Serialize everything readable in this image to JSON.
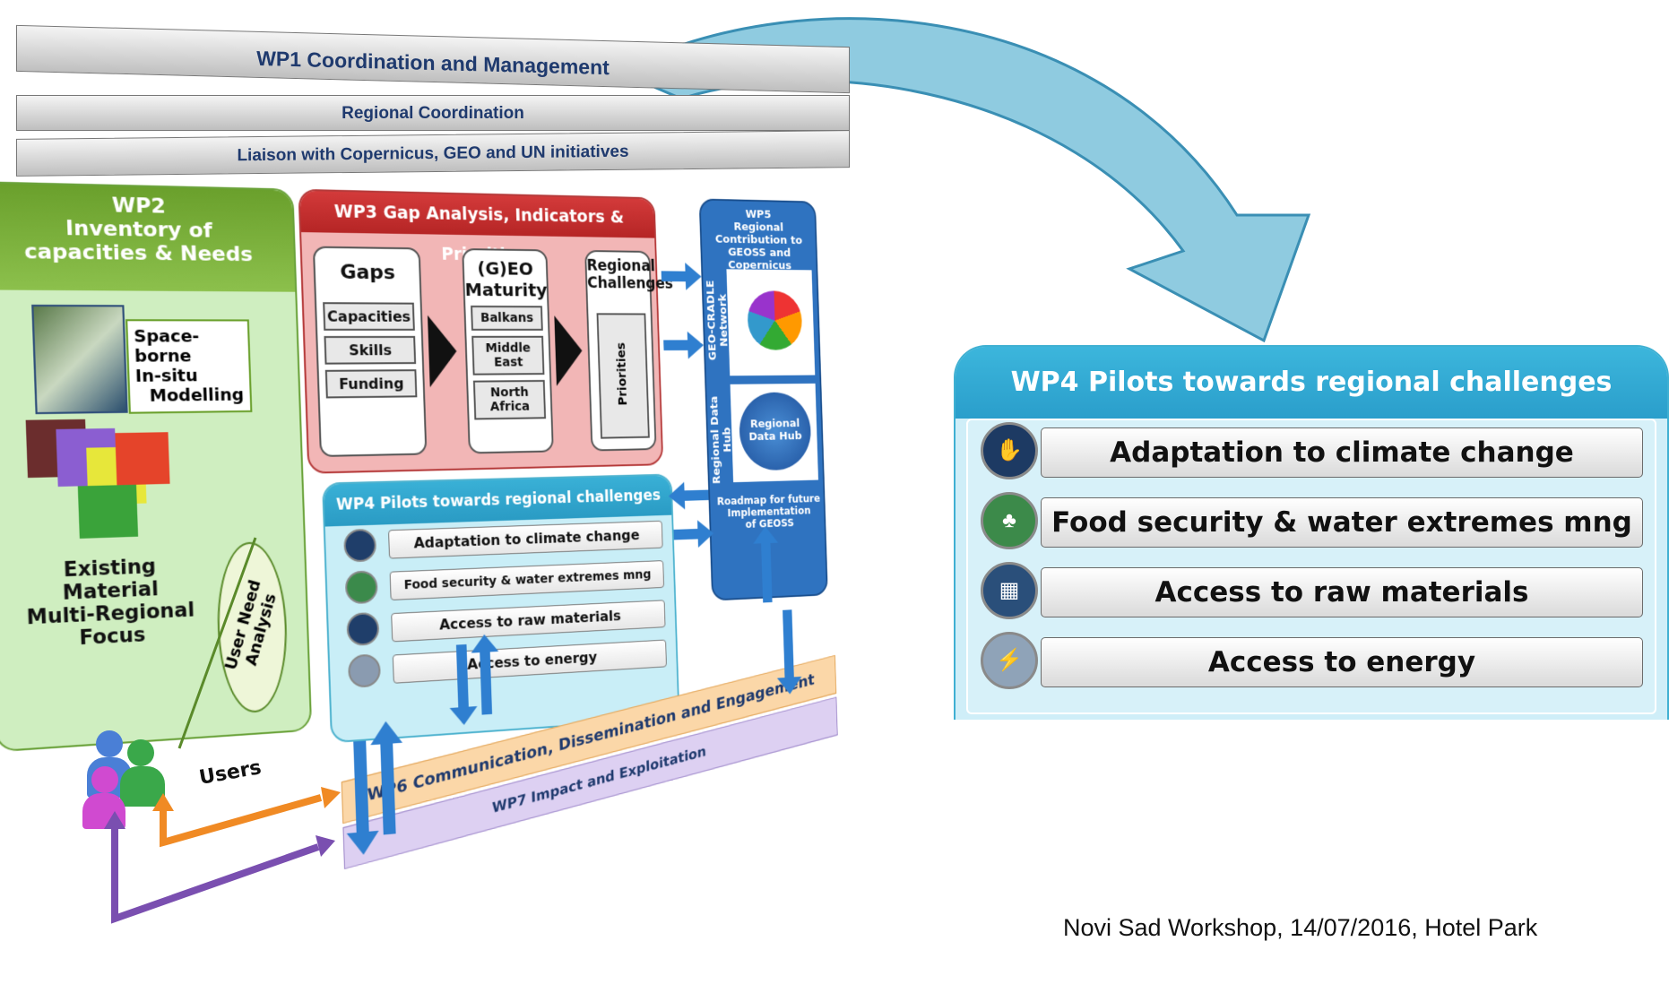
{
  "wp1": {
    "title": "WP1 Coordination and Management",
    "sub1": "Regional Coordination",
    "sub2": "Liaison with Copernicus, GEO and UN initiatives"
  },
  "wp2": {
    "title_line1": "WP2",
    "title_line2": "Inventory of",
    "title_line3": "capacities & Needs",
    "sources": [
      "Space-borne",
      "In-situ",
      "Modelling"
    ],
    "material_line1": "Existing Material",
    "material_line2": "Multi-Regional",
    "material_line3": "Focus",
    "user_need_line1": "User Need",
    "user_need_line2": "Analysis"
  },
  "wp3": {
    "title": "WP3 Gap Analysis, Indicators & Priorities",
    "gaps_title": "Gaps",
    "gaps_items": [
      "Capacities",
      "Skills",
      "Funding"
    ],
    "maturity_title_line1": "(G)EO",
    "maturity_title_line2": "Maturity",
    "maturity_items": [
      "Balkans",
      "Middle East",
      "North Africa"
    ],
    "challenges_title_line1": "Regional",
    "challenges_title_line2": "Challenges",
    "priorities": "Priorities"
  },
  "wp5": {
    "title_line1": "WP5",
    "title_line2": "Regional Contribution to",
    "title_line3": "GEOSS and Copernicus",
    "network_label": "GEO-CRADLE Network",
    "hub_side_label": "Regional Data Hub",
    "hub_circle_label": "Regional Data Hub",
    "roadmap_line1": "Roadmap for future",
    "roadmap_line2": "Implementation",
    "roadmap_line3": "of GEOSS"
  },
  "wp4_small": {
    "title": "WP4 Pilots towards regional challenges",
    "items": [
      "Adaptation to climate change",
      "Food security & water extremes mng",
      "Access to raw materials",
      "Access to energy"
    ]
  },
  "wp6": {
    "title": "WP6 Communication, Dissemination and Engagement"
  },
  "wp7": {
    "title": "WP7 Impact and Exploitation"
  },
  "users": {
    "label": "Users"
  },
  "wp4_zoom": {
    "title": "WP4 Pilots towards regional challenges",
    "items": [
      {
        "label": "Adaptation to climate change",
        "icon": "climate-hands-icon"
      },
      {
        "label": "Food security & water extremes mng",
        "icon": "food-water-icon"
      },
      {
        "label": "Access to raw materials",
        "icon": "raw-materials-icon"
      },
      {
        "label": "Access to energy",
        "icon": "energy-icon"
      }
    ]
  },
  "footer": {
    "text": "Novi Sad Workshop, 14/07/2016, Hotel Park"
  },
  "colors": {
    "wp2_green": "#6aa02c",
    "wp3_red": "#c62e2e",
    "wp4_cyan": "#2fa7d0",
    "wp5_blue": "#2f73c0",
    "wp6_orange": "#fbd7a8",
    "wp7_purple": "#ddd0f2",
    "big_arrow": "#8fcbe0"
  }
}
